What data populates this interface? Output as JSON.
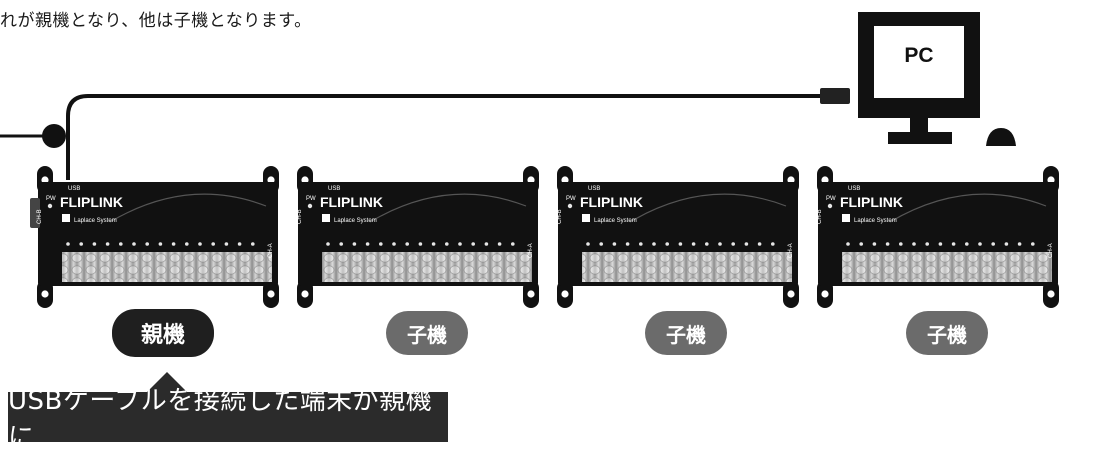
{
  "intro_text": "れが親機となり、他は子機となります。",
  "pc": {
    "label": "PC"
  },
  "devices": [
    {
      "brand": "FLIPLINK",
      "maker": "Laplace System",
      "usb": "USB",
      "pw": "PW",
      "ch_left": "CH-B",
      "ch_right": "CH-A",
      "role": "親機",
      "is_master": true
    },
    {
      "brand": "FLIPLINK",
      "maker": "Laplace System",
      "usb": "USB",
      "pw": "PW",
      "ch_left": "CH-B",
      "ch_right": "CH-A",
      "role": "子機",
      "is_master": false
    },
    {
      "brand": "FLIPLINK",
      "maker": "Laplace System",
      "usb": "USB",
      "pw": "PW",
      "ch_left": "CH-B",
      "ch_right": "CH-A",
      "role": "子機",
      "is_master": false
    },
    {
      "brand": "FLIPLINK",
      "maker": "Laplace System",
      "usb": "USB",
      "pw": "PW",
      "ch_left": "CH-B",
      "ch_right": "CH-A",
      "role": "子機",
      "is_master": false
    }
  ],
  "callout": {
    "text": "USBケーブルを接続した端末が親機に"
  },
  "colors": {
    "device_body": "#111111",
    "master_pill": "#1f1f1f",
    "child_pill": "#6b6b6b",
    "callout_bg": "#2b2b2b"
  }
}
